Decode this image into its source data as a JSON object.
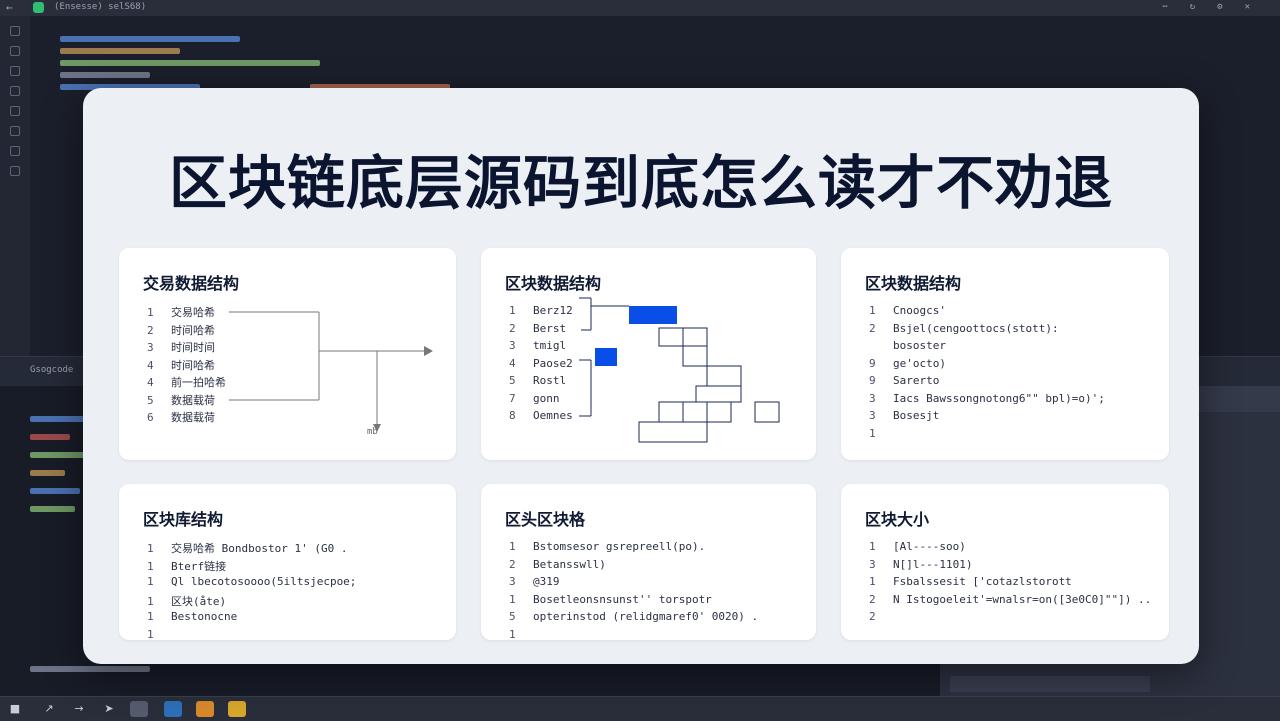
{
  "ide": {
    "titlebar": "(Ensesse) selS68)",
    "panel_tab": "Gsogcode"
  },
  "slide": {
    "title": "区块链底层源码到底怎么读才不劝退",
    "cards": [
      {
        "title": "交易数据结构",
        "rows": [
          {
            "n": "1",
            "t": "交易哈希"
          },
          {
            "n": "2",
            "t": "时间哈希"
          },
          {
            "n": "3",
            "t": "时间时间"
          },
          {
            "n": "4",
            "t": "时间哈希"
          },
          {
            "n": "4",
            "t": "前一拍哈希"
          },
          {
            "n": "5",
            "t": "数据载荷"
          },
          {
            "n": "6",
            "t": "数据载荷"
          }
        ],
        "diagram_label": "mb"
      },
      {
        "title": "区块数据结构",
        "rows": [
          {
            "n": "1",
            "t": "Berz12"
          },
          {
            "n": "2",
            "t": "Berst"
          },
          {
            "n": "3",
            "t": "tmigl"
          },
          {
            "n": "4",
            "t": "Paose2"
          },
          {
            "n": "5",
            "t": "Rostl"
          },
          {
            "n": "7",
            "t": "gonn"
          },
          {
            "n": "8",
            "t": "Oemnes"
          }
        ]
      },
      {
        "title": "区块数据结构",
        "rows": [
          {
            "n": "1",
            "t": "Cnoogcs'"
          },
          {
            "n": "2",
            "t": "Bsjel(cengoottocs(stott):"
          },
          {
            "n": "",
            "t": "bososter"
          },
          {
            "n": "9",
            "t": "ge'octo)"
          },
          {
            "n": "9",
            "t": "Sarerto"
          },
          {
            "n": "3",
            "t": "Iacs  Bawssongnotong6\"\"  bpl)=o)';"
          },
          {
            "n": "3",
            "t": "Bosesjt"
          },
          {
            "n": "1",
            "t": ""
          }
        ]
      },
      {
        "title": "区块库结构",
        "rows": [
          {
            "n": "1",
            "t": "交易哈希  Bondbostor 1' (G0 ."
          },
          {
            "n": "1",
            "t": "Bterf链接"
          },
          {
            "n": "1",
            "t": "Ql lbecotosoooo(5iltsjecpoe;"
          },
          {
            "n": "1",
            "t": "区块(åte)"
          },
          {
            "n": "1",
            "t": "Bestonocne"
          },
          {
            "n": "1",
            "t": ""
          }
        ]
      },
      {
        "title": "区头区块格",
        "rows": [
          {
            "n": "1",
            "t": "Bstomsesor  gsrepreell(po)."
          },
          {
            "n": "2",
            "t": "Betansswll)"
          },
          {
            "n": "3",
            "t": "@319"
          },
          {
            "n": "1",
            "t": "Bosetleonsnsunst'' torspotr"
          },
          {
            "n": "5",
            "t": "opterinstod (relidgmaref0' 0020) ."
          },
          {
            "n": "1",
            "t": ""
          }
        ]
      },
      {
        "title": "区块大小",
        "rows": [
          {
            "n": "1",
            "t": "[Al----soo)"
          },
          {
            "n": "3",
            "t": "N[]l---1101)"
          },
          {
            "n": "1",
            "t": "Fsbalssesit   ['cotazlstorott"
          },
          {
            "n": "2",
            "t": "N Istogoeleit'=wnalsr=on([3e0C0]\"\"]) .."
          },
          {
            "n": "2",
            "t": ""
          }
        ]
      }
    ]
  },
  "colors": {
    "accent_blue": "#0a4ee8",
    "slide_bg": "#eceff4",
    "title_text": "#0b1530",
    "ide_bg": "#1e2230"
  }
}
